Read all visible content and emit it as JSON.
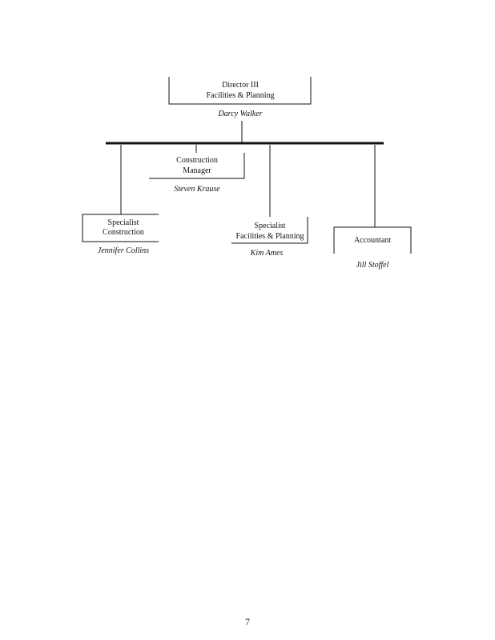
{
  "org_chart": {
    "director": {
      "title_line1": "Director III",
      "title_line2": "Facilities & Planning",
      "name": "Darcy Walker"
    },
    "construction_manager": {
      "title_line1": "Construction",
      "title_line2": "Manager",
      "name": "Steven Krause"
    },
    "specialist_construction": {
      "title_line1": "Specialist",
      "title_line2": "Construction",
      "name": "Jennifer Collins"
    },
    "specialist_facilities": {
      "title_line1": "Specialist",
      "title_line2": "Facilities & Planning",
      "name": "Kim Ames"
    },
    "accountant": {
      "title": "Accountant",
      "name": "Jill Stoffel"
    }
  },
  "footer": {
    "page_number": "7"
  }
}
